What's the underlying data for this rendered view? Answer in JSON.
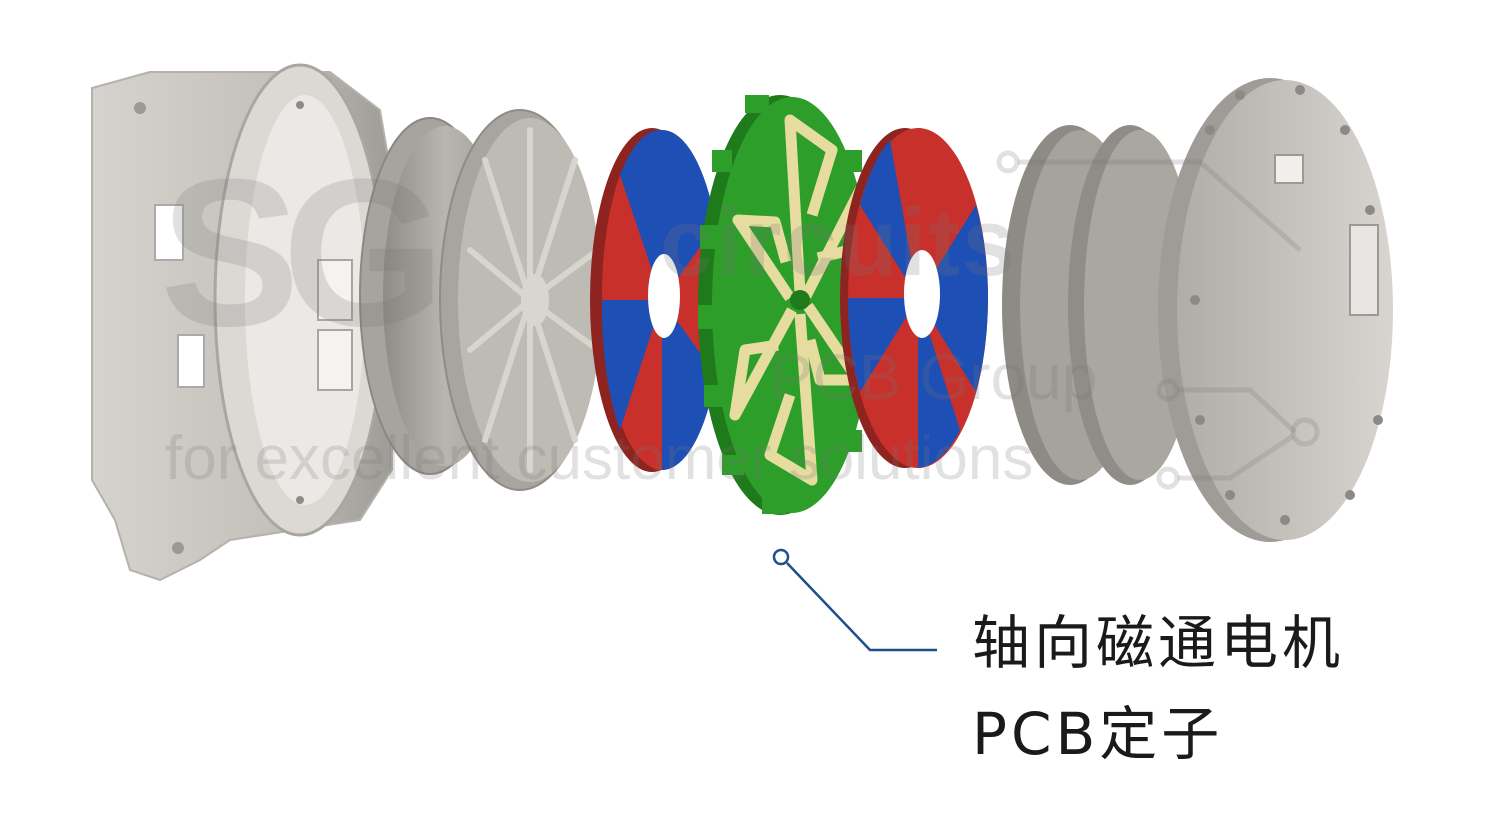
{
  "watermark": {
    "logo": "SG",
    "brand": "circuits",
    "group": "PCB Group",
    "slogan": "for excellent customer solutions"
  },
  "callout": {
    "line1": "轴向磁通电机",
    "line2": "PCB定子",
    "line_color": "#1f4e8c"
  },
  "colors": {
    "housing": "#c9c6c1",
    "pcb_green": "#2e9e2a",
    "trace_gold": "#e6dca0",
    "magnet_red": "#c8302c",
    "magnet_blue": "#1e4fb4"
  }
}
